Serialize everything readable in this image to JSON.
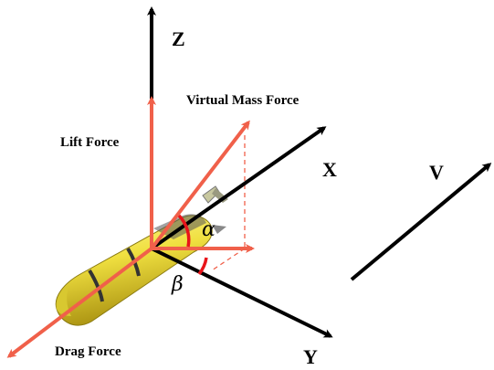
{
  "axes": {
    "z": "Z",
    "x": "X",
    "y": "Y",
    "v": "V"
  },
  "forces": {
    "lift": "Lift Force",
    "virtual_mass": "Virtual Mass Force",
    "drag": "Drag Force"
  },
  "angles": {
    "alpha": "α",
    "beta": "β"
  },
  "colors": {
    "axis": "#000000",
    "force": "#f0604a",
    "angle_arc": "#e8141a",
    "body": "#f0e040",
    "body_shadow": "#b8a010"
  }
}
